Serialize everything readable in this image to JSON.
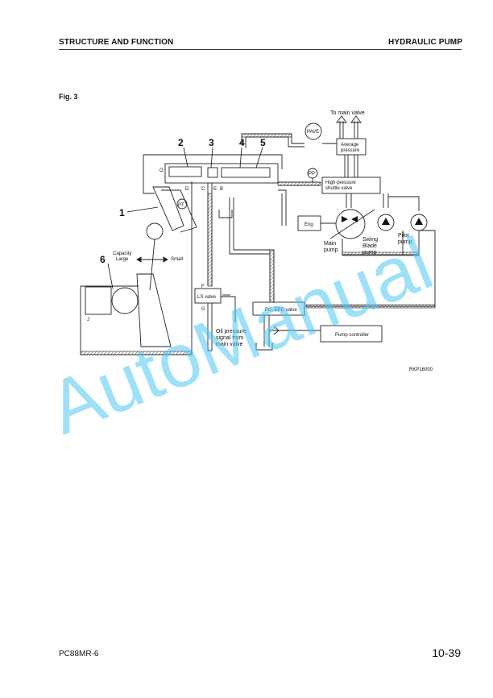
{
  "header": {
    "left": "STRUCTURE AND FUNCTION",
    "right": "HYDRAULIC PUMP"
  },
  "figure": {
    "caption": "Fig. 3",
    "code": "RKP16000",
    "numbers": [
      "1",
      "2",
      "3",
      "4",
      "5",
      "6"
    ],
    "labels": {
      "to_main_valve": "To main valve",
      "pave": "PAVE",
      "average_pressure_1": "Average",
      "average_pressure_2": "pressure",
      "pp": "PP",
      "hp_shuttle_1": "High-pressure",
      "hp_shuttle_2": "shuttle valve",
      "pt": "PT",
      "eng": "Eng",
      "main_pump_1": "Main",
      "main_pump_2": "pump",
      "swing_1": "Swing",
      "swing_2": "Blade",
      "swing_3": "pump",
      "pilot_1": "Pilot",
      "pilot_2": "pump",
      "capacity_1": "Capacity",
      "capacity_2": "Large",
      "small": "Small",
      "ls_valve": "LS valve",
      "pc_epc_valve": "PC–EPC valve",
      "pump_controller": "Pump controller",
      "oil_1": "Oil pressure",
      "oil_2": "signal from",
      "oil_3": "main valve",
      "port_o": "O",
      "port_d": "D",
      "port_c": "C",
      "port_e": "E",
      "port_b": "B",
      "port_f": "F",
      "port_g": "G",
      "port_j": "J"
    }
  },
  "watermark": "AutoManual",
  "footer": {
    "model": "PC88MR-6",
    "page": "10-39"
  }
}
